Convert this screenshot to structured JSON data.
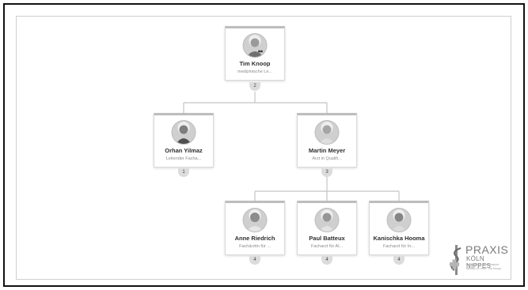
{
  "org_chart": {
    "nodes": [
      {
        "id": "tim",
        "name": "Tim Knoop",
        "role": "medizinische Le...",
        "count": "2"
      },
      {
        "id": "orhan",
        "name": "Orhan Yilmaz",
        "role": "Leitender Facha...",
        "count": "1"
      },
      {
        "id": "martin",
        "name": "Martin Meyer",
        "role": "Arzt in Qualifi...",
        "count": "3"
      },
      {
        "id": "anne",
        "name": "Anne Riedrich",
        "role": "Fachärztin für ...",
        "count": "4"
      },
      {
        "id": "paul",
        "name": "Paul Batteux",
        "role": "Facharzt für Al...",
        "count": "4"
      },
      {
        "id": "kanischka",
        "name": "Kanischka Hooma",
        "role": "Facharzt für In...",
        "count": "4"
      }
    ],
    "edges": [
      [
        "tim",
        "orhan"
      ],
      [
        "tim",
        "martin"
      ],
      [
        "martin",
        "anne"
      ],
      [
        "martin",
        "paul"
      ],
      [
        "martin",
        "kanischka"
      ]
    ]
  },
  "logo": {
    "line1": "PRAXIS",
    "line2": "KÖLN NIPPES",
    "line3": "Hausarztlich-Internistische Medizin Dr. med. Tim Knoop"
  },
  "colors": {
    "line": "#c4c4c4",
    "badge": "#dcdcdc",
    "border": "#111111"
  }
}
